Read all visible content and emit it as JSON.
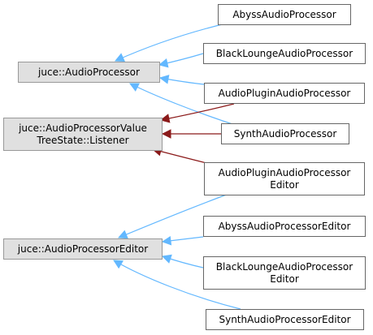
{
  "colors": {
    "inherit_edge": "#63b8ff",
    "listener_edge": "#8b1a1a",
    "base_fill": "#e0e0e0",
    "node_border": "#666666"
  },
  "nodes": {
    "audio_processor": {
      "lines": [
        "juce::AudioProcessor"
      ]
    },
    "value_tree_listener": {
      "lines": [
        "juce::AudioProcessorValue",
        "TreeState::Listener"
      ]
    },
    "processor_editor": {
      "lines": [
        "juce::AudioProcessorEditor"
      ]
    },
    "abyss_processor": {
      "lines": [
        "AbyssAudioProcessor"
      ]
    },
    "blacklounge_processor": {
      "lines": [
        "BlackLoungeAudioProcessor"
      ]
    },
    "plugin_processor": {
      "lines": [
        "AudioPluginAudioProcessor"
      ]
    },
    "synth_processor": {
      "lines": [
        "SynthAudioProcessor"
      ]
    },
    "plugin_editor": {
      "lines": [
        "AudioPluginAudioProcessor",
        "Editor"
      ]
    },
    "abyss_editor": {
      "lines": [
        "AbyssAudioProcessorEditor"
      ]
    },
    "blacklounge_editor": {
      "lines": [
        "BlackLoungeAudioProcessor",
        "Editor"
      ]
    },
    "synth_editor": {
      "lines": [
        "SynthAudioProcessorEditor"
      ]
    }
  }
}
